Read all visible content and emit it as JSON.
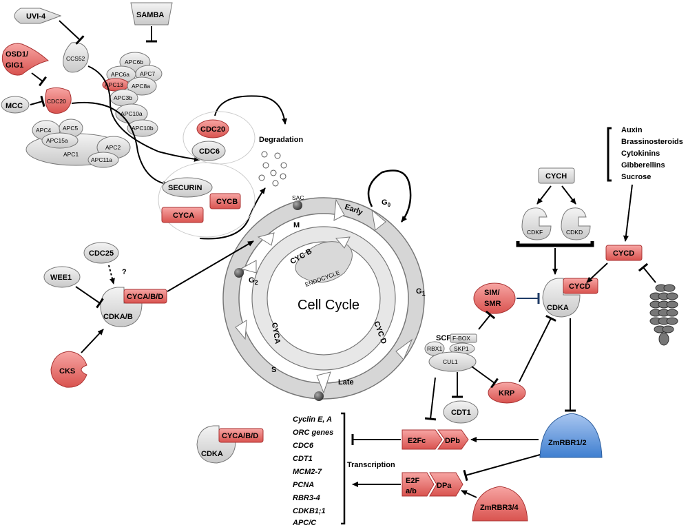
{
  "regulators": {
    "uvi4": "UVI-4",
    "samba": "SAMBA",
    "osd1": [
      "OSD1/",
      "GIG1"
    ],
    "mcc": "MCC",
    "ccs52": "CCS52",
    "cdc20": "CDC20"
  },
  "apc_subunits": {
    "apc6b": "APC6b",
    "apc6a": "APC6a",
    "apc7": "APC7",
    "apc13": "APC13",
    "apc8a": "APC8a",
    "apc3b": "APC3b",
    "apc10a": "APC10a",
    "apc10b": "APC10b",
    "apc4": "APC4",
    "apc5": "APC5",
    "apc15a": "APC15a",
    "apc2": "APC2",
    "apc1": "APC1",
    "apc11a": "APC11a"
  },
  "substrates": {
    "cdc20": "CDC20",
    "cdc6": "CDC6",
    "securin": "SECURIN",
    "cycb": "CYCB",
    "cyca": "CYCA",
    "degradation": "Degradation"
  },
  "cycle": {
    "title": "Cell Cycle",
    "g0": "G",
    "g0_sub": "0",
    "sac": "SAC",
    "m": "M",
    "early": "Early",
    "g1": "G",
    "g1_sub": "1",
    "cycd": "CYC D",
    "late": "Late",
    "s": "S",
    "cyca": "CYCA",
    "g2": "G",
    "g2_sub": "2",
    "cycb": "CYC B",
    "endocycle": "ENDOCYCLE"
  },
  "g2m": {
    "cdc25": "CDC25",
    "question": "?",
    "wee1": "WEE1",
    "cdka_b": "CDKA/B",
    "cyca_b_d": "CYCA/B/D",
    "cks": "CKS"
  },
  "cdka_lower": {
    "cdka": "CDKA",
    "cyca_b_d": "CYCA/B/D"
  },
  "g1s": {
    "auxin_list": [
      "Auxin",
      "Brassinosteroids",
      "Cytokinins",
      "Gibberellins",
      "Sucrose"
    ],
    "cych": "CYCH",
    "cdkf": "CDKF",
    "cdkd": "CDKD",
    "cycd_free": "CYCD",
    "cdka": "CDKA",
    "cycd": "CYCD",
    "sim": [
      "SIM/",
      "SMR"
    ],
    "scf": "SCF",
    "fbox": "F-BOX",
    "skp1": "SKP1",
    "rbx1": "RBX1",
    "cul1": "CUL1",
    "krp": "KRP",
    "cdt1": "CDT1"
  },
  "transcription": {
    "genes": [
      "Cyclin E, A",
      "ORC genes",
      "CDC6",
      "CDT1",
      "MCM2-7",
      "PCNA",
      "RBR3-4",
      "CDKB1;1",
      "APC/C"
    ],
    "label": "Transcription",
    "e2fc": "E2Fc",
    "dpb": "DPb",
    "e2fab": [
      "E2F",
      "a/b"
    ],
    "dpa": "DPa",
    "zmrbr12": "ZmRBR1/2",
    "zmrbr34": "ZmRBR3/4"
  }
}
